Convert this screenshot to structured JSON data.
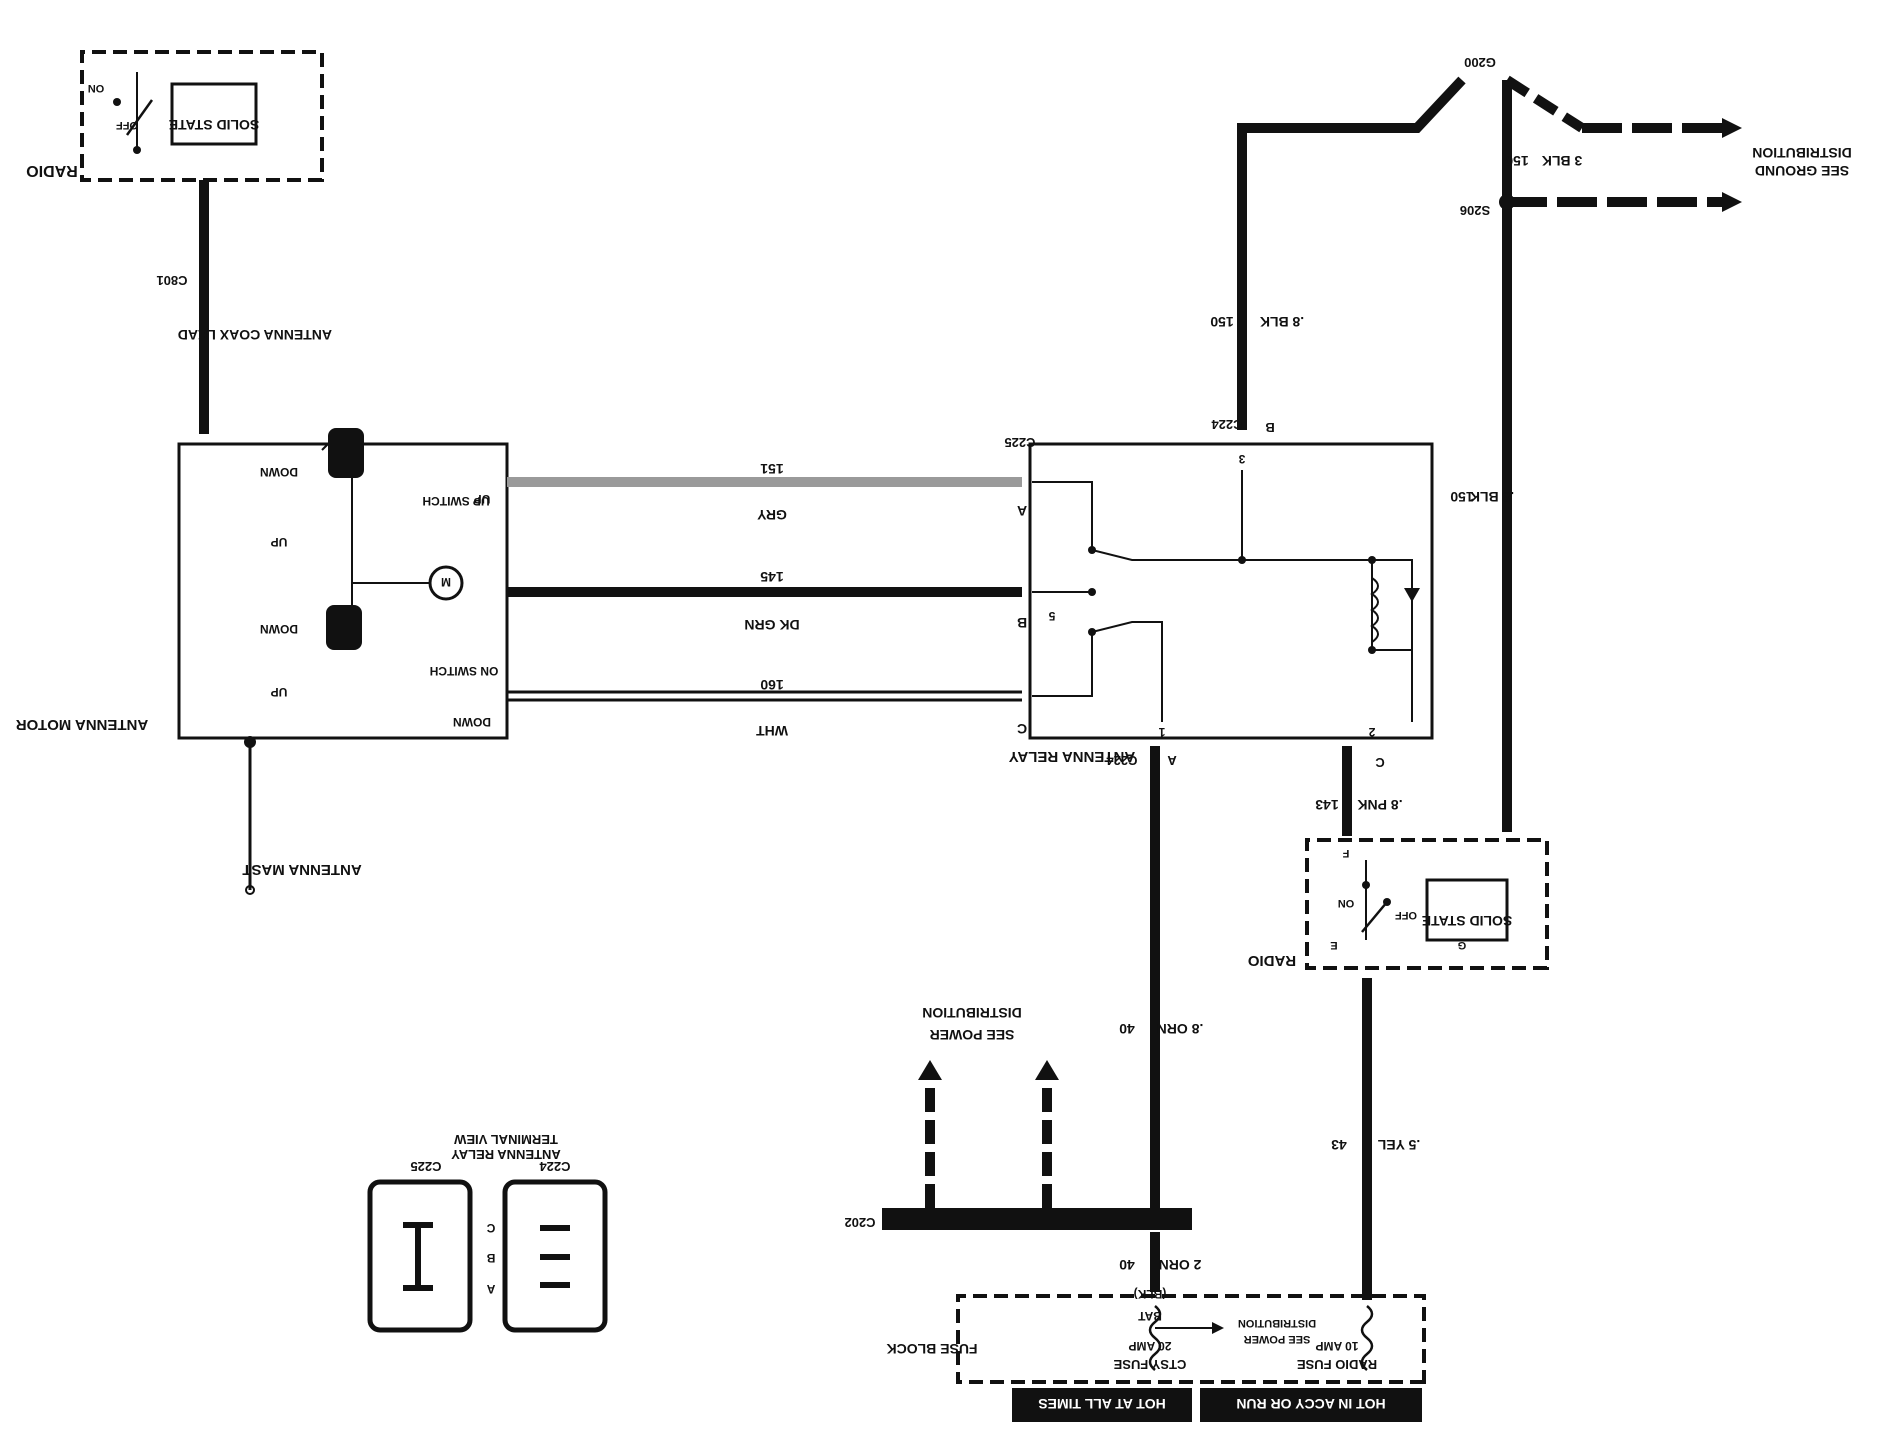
{
  "colors": {
    "ink": "#111111",
    "paper": "#ffffff",
    "gray_wire": "#9a9a9a"
  },
  "components": {
    "radio_top": {
      "name": "RADIO",
      "solid_state": "SOLID STATE",
      "on": "ON",
      "off": "OFF"
    },
    "antenna_motor": {
      "name": "ANTENNA MOTOR",
      "up": "UP",
      "down": "DOWN",
      "up_switch": "UP SWITCH",
      "on_switch": "ON SWITCH",
      "motor": "M",
      "up_label_1": "UP",
      "down_label_1": "DOWN",
      "up_label_2": "UP",
      "down_label_2": "DOWN"
    },
    "antenna_mast": "ANTENNA MAST",
    "coax": "ANTENNA COAX LEAD",
    "antenna_relay": {
      "name": "ANTENNA RELAY",
      "pin3": "3",
      "pin5": "5",
      "pin1": "1",
      "pin2": "2"
    },
    "radio_right": {
      "name": "RADIO",
      "solid_state": "SOLID STATE",
      "on": "ON",
      "off": "OFF",
      "pin_e": "E",
      "pin_g": "G",
      "pin_f": "F"
    },
    "fuse_block": {
      "name": "FUSE BLOCK",
      "ctsy_fuse": "CTSY FUSE",
      "ctsy_amp": "20 AMP",
      "radio_fuse": "RADIO FUSE",
      "radio_amp": "10 AMP",
      "bat": "BAT",
      "blk": "(BLK)",
      "see_power": "SEE POWER",
      "distribution": "DISTRIBUTION"
    },
    "hot_all_times": "HOT AT ALL TIMES",
    "hot_accy_run": "HOT IN ACCY OR RUN"
  },
  "connectors": {
    "c801": "C801",
    "c225": "C225",
    "c224_top": "C224",
    "c224_bottom": "C224",
    "c202": "C202",
    "g200": "G200",
    "s206": "S206"
  },
  "pins": {
    "a": "A",
    "b": "B",
    "c": "C",
    "b_top": "B",
    "a_bottom": "A",
    "c_bottom": "C"
  },
  "wires": {
    "w151_num": "151",
    "w151_color": "GRY",
    "w145_num": "145",
    "w145_color": "DK GRN",
    "w160_num": "160",
    "w160_color": "WHT",
    "w150_top": ".8 BLK",
    "w150_top_num": "150",
    "w150_mid": ".8 BLK",
    "w150_mid_num": "150",
    "w150_gnd": "3 BLK",
    "w150_gnd_num": "150",
    "w143": ".8 PNK",
    "w143_num": "143",
    "w40_top": ".8 ORN",
    "w40_top_num": "40",
    "w40_bot": "2 ORN",
    "w40_bot_num": "40",
    "w43": ".5 YEL",
    "w43_num": "43"
  },
  "refs": {
    "see_ground": "SEE GROUND",
    "ground_dist": "DISTRIBUTION",
    "see_power": "SEE POWER",
    "power_dist": "DISTRIBUTION"
  },
  "terminal_view": {
    "title1": "ANTENNA RELAY",
    "title2": "TERMINAL VIEW",
    "c224": "C224",
    "c225": "C225",
    "a": "A",
    "b": "B",
    "c": "C"
  }
}
